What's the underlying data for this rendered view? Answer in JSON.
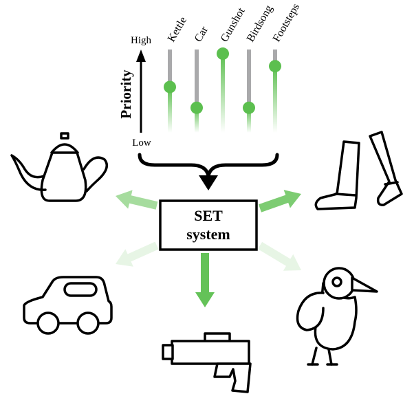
{
  "priority_axis": {
    "title": "Priority",
    "high_label": "High",
    "low_label": "Low"
  },
  "sources": [
    {
      "label": "Kettle",
      "priority": 0.55
    },
    {
      "label": "Car",
      "priority": 0.3
    },
    {
      "label": "Gunshot",
      "priority": 0.95
    },
    {
      "label": "Birdsong",
      "priority": 0.3
    },
    {
      "label": "Footsteps",
      "priority": 0.8
    }
  ],
  "center_box": {
    "line1": "SET",
    "line2": "system"
  },
  "outputs": [
    {
      "icon": "kettle-icon",
      "strength": 0.55
    },
    {
      "icon": "footsteps-icon",
      "strength": 0.8
    },
    {
      "icon": "car-icon",
      "strength": 0.15
    },
    {
      "icon": "bird-icon",
      "strength": 0.15
    },
    {
      "icon": "gun-icon",
      "strength": 0.95
    }
  ],
  "colors": {
    "green": "#5cbf4f",
    "track": "#a9a9ab",
    "ink": "#000000"
  }
}
